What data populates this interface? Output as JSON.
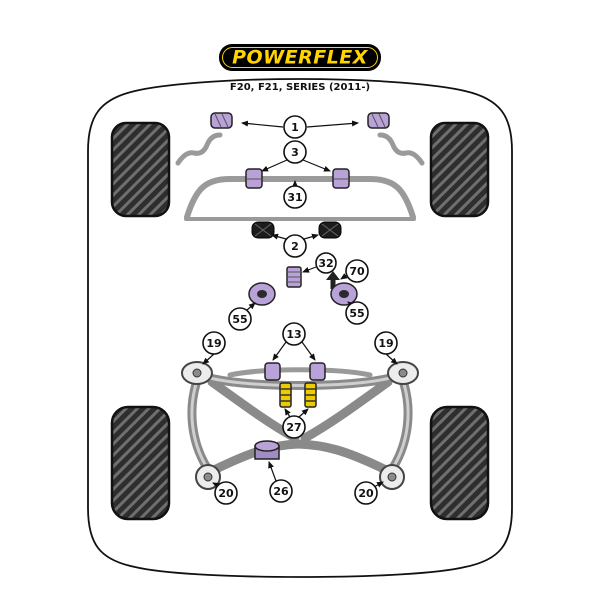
{
  "header": {
    "brand": "POWERFLEX",
    "model": "F20, F21, SERIES (2011-)"
  },
  "colors": {
    "logo_bg": "#000000",
    "logo_yellow": "#ffd400",
    "bushing_purple": "#b9a2d8",
    "bushing_purple_dark": "#a28cc4",
    "bushing_black": "#1c1c1c",
    "accent_yellow": "#eccc00",
    "bar_gray": "#9a9a9a"
  },
  "callouts": [
    {
      "label": "1"
    },
    {
      "label": "3"
    },
    {
      "label": "31"
    },
    {
      "label": "2"
    },
    {
      "label": "32"
    },
    {
      "label": "70"
    },
    {
      "label": "55"
    },
    {
      "label": "55"
    },
    {
      "label": "13"
    },
    {
      "label": "19"
    },
    {
      "label": "19"
    },
    {
      "label": "27"
    },
    {
      "label": "26"
    },
    {
      "label": "20"
    },
    {
      "label": "20"
    }
  ]
}
